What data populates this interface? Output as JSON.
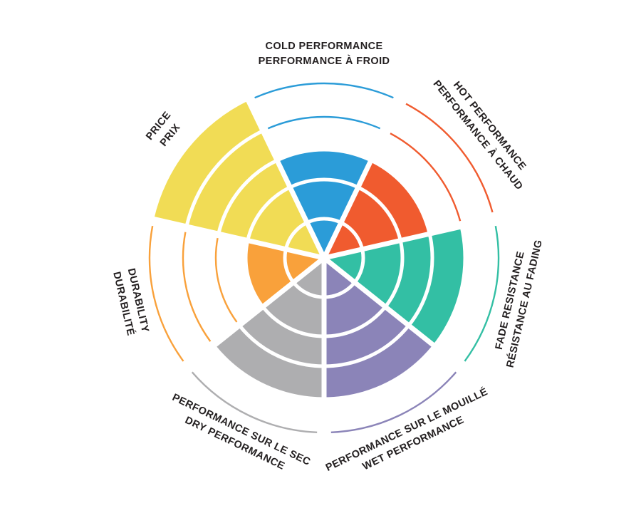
{
  "page": {
    "background": "#ffffff",
    "text_color": "#231F20"
  },
  "chart_data": {
    "type": "polar-sector",
    "description": "Tire performance rating wheel with 7 colored pie sectors filled to a rating level; unfilled ring levels shown as thin colored arcs; bilingual labels around the rim",
    "scale_max": 5,
    "grid": true,
    "legend_position": "around-rim",
    "categories": [
      {
        "id": "cold-performance",
        "label_outer": "COLD PERFORMANCE",
        "label_inner": "PERFORMANCE À FROID",
        "value": 3,
        "color": "#2B9CD8"
      },
      {
        "id": "hot-performance",
        "label_outer": "HOT PERFORMANCE",
        "label_inner": "PERFORMANCE À CHAUD",
        "value": 3,
        "color": "#F05B2F"
      },
      {
        "id": "fade-resistance",
        "label_outer": "RÉSISTANCE AU FADING",
        "label_inner": "FADE RESISTANCE",
        "value": 4,
        "color": "#33BFA4"
      },
      {
        "id": "wet-performance",
        "label_outer": "WET PERFORMANCE",
        "label_inner": "PERFORMANCE SUR LE MOUILLÉ",
        "value": 4,
        "color": "#8B84B8"
      },
      {
        "id": "dry-performance",
        "label_outer": "DRY PERFORMANCE",
        "label_inner": "PERFORMANCE SUR LE SEC",
        "value": 4,
        "color": "#AEAEB0"
      },
      {
        "id": "durability",
        "label_outer": "DURABILITÉ",
        "label_inner": "DURABILITY",
        "value": 2,
        "color": "#F9A13B"
      },
      {
        "id": "price",
        "label_outer": "PRICE",
        "label_inner": "PRIX",
        "value": 5,
        "color": "#F1DC55"
      }
    ]
  }
}
